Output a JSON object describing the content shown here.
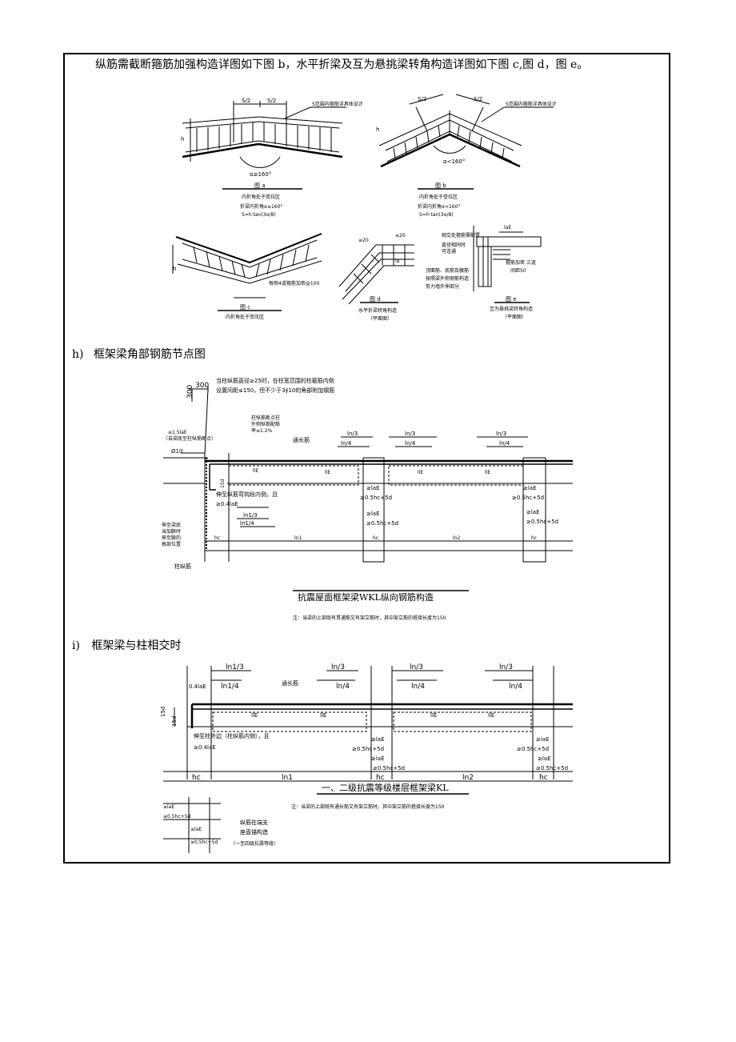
{
  "intro": "纵筋需截断箍筋加强构造详图如下图 b，水平折梁及互为悬挑梁转角构造详图如下图 c,图 d，图 e。",
  "fig_a": {
    "dims": [
      "S/2",
      "S/2"
    ],
    "note": "S范围内箍筋详具体设计",
    "angle": "α≥160°",
    "h": "h",
    "label": "图 a",
    "cap1": "内折角处于受拉区",
    "cap2": "折梁内折角α≥160°",
    "cap3": "S=h·tan(3α/8)"
  },
  "fig_b": {
    "dims": [
      "S/2",
      "S/2"
    ],
    "note": "S范围内箍筋详具体设计",
    "angle": "α<160°",
    "h": "h",
    "label": "图 b",
    "cap1": "内折角处于受拉区",
    "cap2": "折梁内折角α<160°",
    "cap3": "S=h·tan(3α/8)"
  },
  "fig_c": {
    "note": "每侧4道箍筋加密@100",
    "h": "h",
    "label": "图 c",
    "cap1": "内折角处于受压区"
  },
  "fig_d": {
    "dims": [
      "≥20",
      "≥20"
    ],
    "la": "la",
    "label": "图 d",
    "cap1": "水平折梁转角构造",
    "cap2": "（平面图）"
  },
  "fig_e": {
    "lae": "laE",
    "n1": "相交处箍筋需配置",
    "n2": "直径相同时",
    "n3": "可连通",
    "n4": "箍筋加密 三道",
    "n5": "间距50",
    "n6": "顶面筋、底筋及腰筋",
    "n7": "按照梁外侧钢筋构造",
    "n8": "剪力墙外伸部分",
    "label": "图 e",
    "cap1": "互为悬挑梁转角构造",
    "cap2": "（平面图）"
  },
  "section_h": {
    "label": "h)",
    "title": "框架梁角部钢筋节点图"
  },
  "fig_h": {
    "dim300a": "300",
    "dim300b": "300",
    "note1": "当柱纵筋直径≥25时，在柱宽范围的柱箍筋内侧",
    "note2": "设置间距≤150，但不少于3∮10的角部附加钢筋",
    "lae_a": "≥1.5laE",
    "lae_b": "（自梁底至柱纵筋断点）",
    "col_note1": "柱纵筋断点柱",
    "col_note2": "外侧纵筋配筋",
    "col_note3": "率≤1.2%",
    "phi10": "Ø10",
    "through": "通长筋",
    "ln3": [
      "ln/3",
      "ln/3",
      "ln/3"
    ],
    "ln4": [
      "ln/4",
      "ln/4",
      "ln/4"
    ],
    "lle": [
      "llE",
      "llE",
      "llE",
      "llE"
    ],
    "d15": "15d",
    "extend1": "伸至纵筋弯钩段内侧，且",
    "extend2": "≥0.4laE",
    "ln1_3": "ln1/3",
    "ln1_4": "ln1/4",
    "lae_mid": [
      "≥laE",
      "≥laE"
    ],
    "lae_mid2": [
      "≥0.5hc+5d",
      "≥0.5hc+5d"
    ],
    "lae_low": [
      "≥laE",
      "≥laE"
    ],
    "lae_low2": [
      "≥0.5hc+5d",
      "≥0.5hc+5d"
    ],
    "left1": "伸至梁底",
    "left2": "当加腋时",
    "left3": "伸至腋的",
    "left4": "根部位置",
    "hc": [
      "hc",
      "hc",
      "hc"
    ],
    "ln1": "ln1",
    "ln2": "ln2",
    "col_bar": "柱纵筋",
    "title": "抗震屋面框架梁WKL纵向钢筋构造",
    "note": "注：当梁的上部既有贯通筋又有架立筋时，其中架立筋的搭接长度为150"
  },
  "section_i": {
    "label": "i)",
    "title": "框架梁与柱相交时"
  },
  "fig_i": {
    "ln1_3": "ln1/3",
    "ln1_4": "ln1/4",
    "ln3": [
      "ln/3",
      "ln/3",
      "ln/3"
    ],
    "ln4": [
      "ln/4",
      "ln/4",
      "ln/4"
    ],
    "lae04": "0.4laE",
    "through": "通长筋",
    "lle": [
      "llE",
      "llE",
      "llE",
      "llE"
    ],
    "d15a": "15d",
    "d15b": "15d",
    "extend": "伸至柱外边（柱纵筋内侧），且",
    "extend2": "≥0.4laE",
    "lae_mid": [
      "≥laE",
      "≥laE"
    ],
    "lae_mid2": [
      "≥0.5hc+5d",
      "≥0.5hc+5d"
    ],
    "lae_low": [
      "≥laE",
      "≥laE"
    ],
    "lae_low2": [
      "≥0.5hc+5d",
      "≥0.5hc+5d"
    ],
    "hc": [
      "hc",
      "hc",
      "hc"
    ],
    "ln1": "ln1",
    "ln2": "ln2",
    "title": "一、二级抗震等级楼层框架梁KL",
    "note": "注：当梁的上部既有通长筋又有架立筋时，其中架立筋的搭接长度为150",
    "anchor1": "纵筋在端支",
    "anchor2": "座直锚构造",
    "anchor3": "（一至四级抗震等级）",
    "small_lae": [
      "≥laE",
      "≥laE"
    ],
    "small_2": [
      "≥0.5hc+5d",
      "≥0.5hc+5d"
    ]
  }
}
